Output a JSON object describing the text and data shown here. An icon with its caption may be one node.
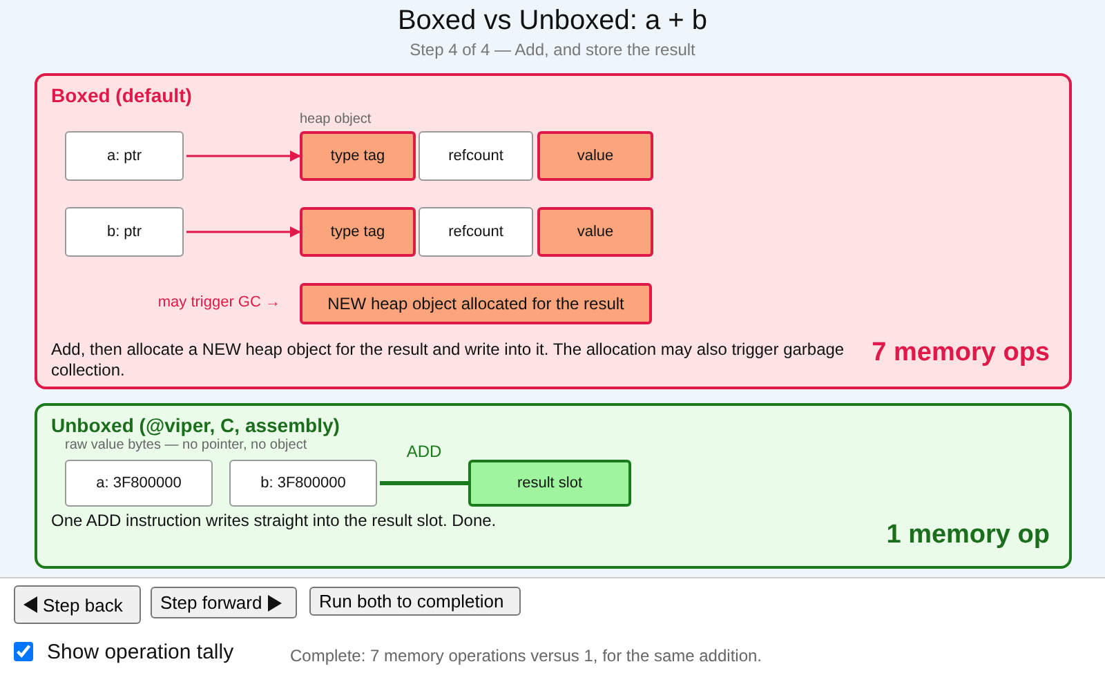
{
  "diagram": {
    "title": "Boxed vs Unboxed: a + b",
    "caption": "Step 4 of 4 — Add, and store the result",
    "nodes": [
      {
        "text": [
          "Boxed (default)",
          "Add, then allocate a NEW heap object for the result and write into it. The allocation may also trigger garbage collection.",
          "7 memory ops"
        ]
      },
      {
        "text": [
          "a: ptr"
        ],
        "in": 0
      },
      {
        "text": [
          "type tag"
        ],
        "in": 0
      },
      {
        "text": [
          "refcount"
        ],
        "in": 0
      },
      {
        "text": [
          "value"
        ],
        "in": 0
      },
      {
        "text": [
          "b: ptr"
        ],
        "in": 0
      },
      {
        "text": [
          "type tag"
        ],
        "in": 0
      },
      {
        "text": [
          "refcount"
        ],
        "in": 0
      },
      {
        "text": [
          "value"
        ],
        "in": 0
      },
      {
        "text": [
          "NEW heap object allocated for the result"
        ],
        "in": 0,
        "beside": [
          "may trigger GC →"
        ]
      },
      {
        "text": [
          "Unboxed (@viper, C, assembly)",
          "One ADD instruction writes straight into the result slot. Done.",
          "1 memory op"
        ]
      },
      {
        "text": [
          "a: 3F800000"
        ],
        "in": 10
      },
      {
        "text": [
          "b: 3F800000"
        ],
        "in": 10
      },
      {
        "text": [
          "result slot"
        ],
        "in": 10
      }
    ],
    "edges": [
      {
        "from": 1,
        "to": 2,
        "arrow": "to"
      },
      {
        "from": 5,
        "to": 6,
        "arrow": "to"
      },
      {
        "from": 12,
        "to": 13,
        "arrow": "none",
        "label": "ADD",
        "style": "thick",
        "color": "#1b7a1b"
      }
    ],
    "labels": [
      "heap object",
      "raw value bytes — no pointer, no object",
      "Step back",
      "Step forward",
      "Run both to completion",
      "Show operation tally",
      "Complete: 7 memory operations versus 1, for the same addition."
    ]
  }
}
